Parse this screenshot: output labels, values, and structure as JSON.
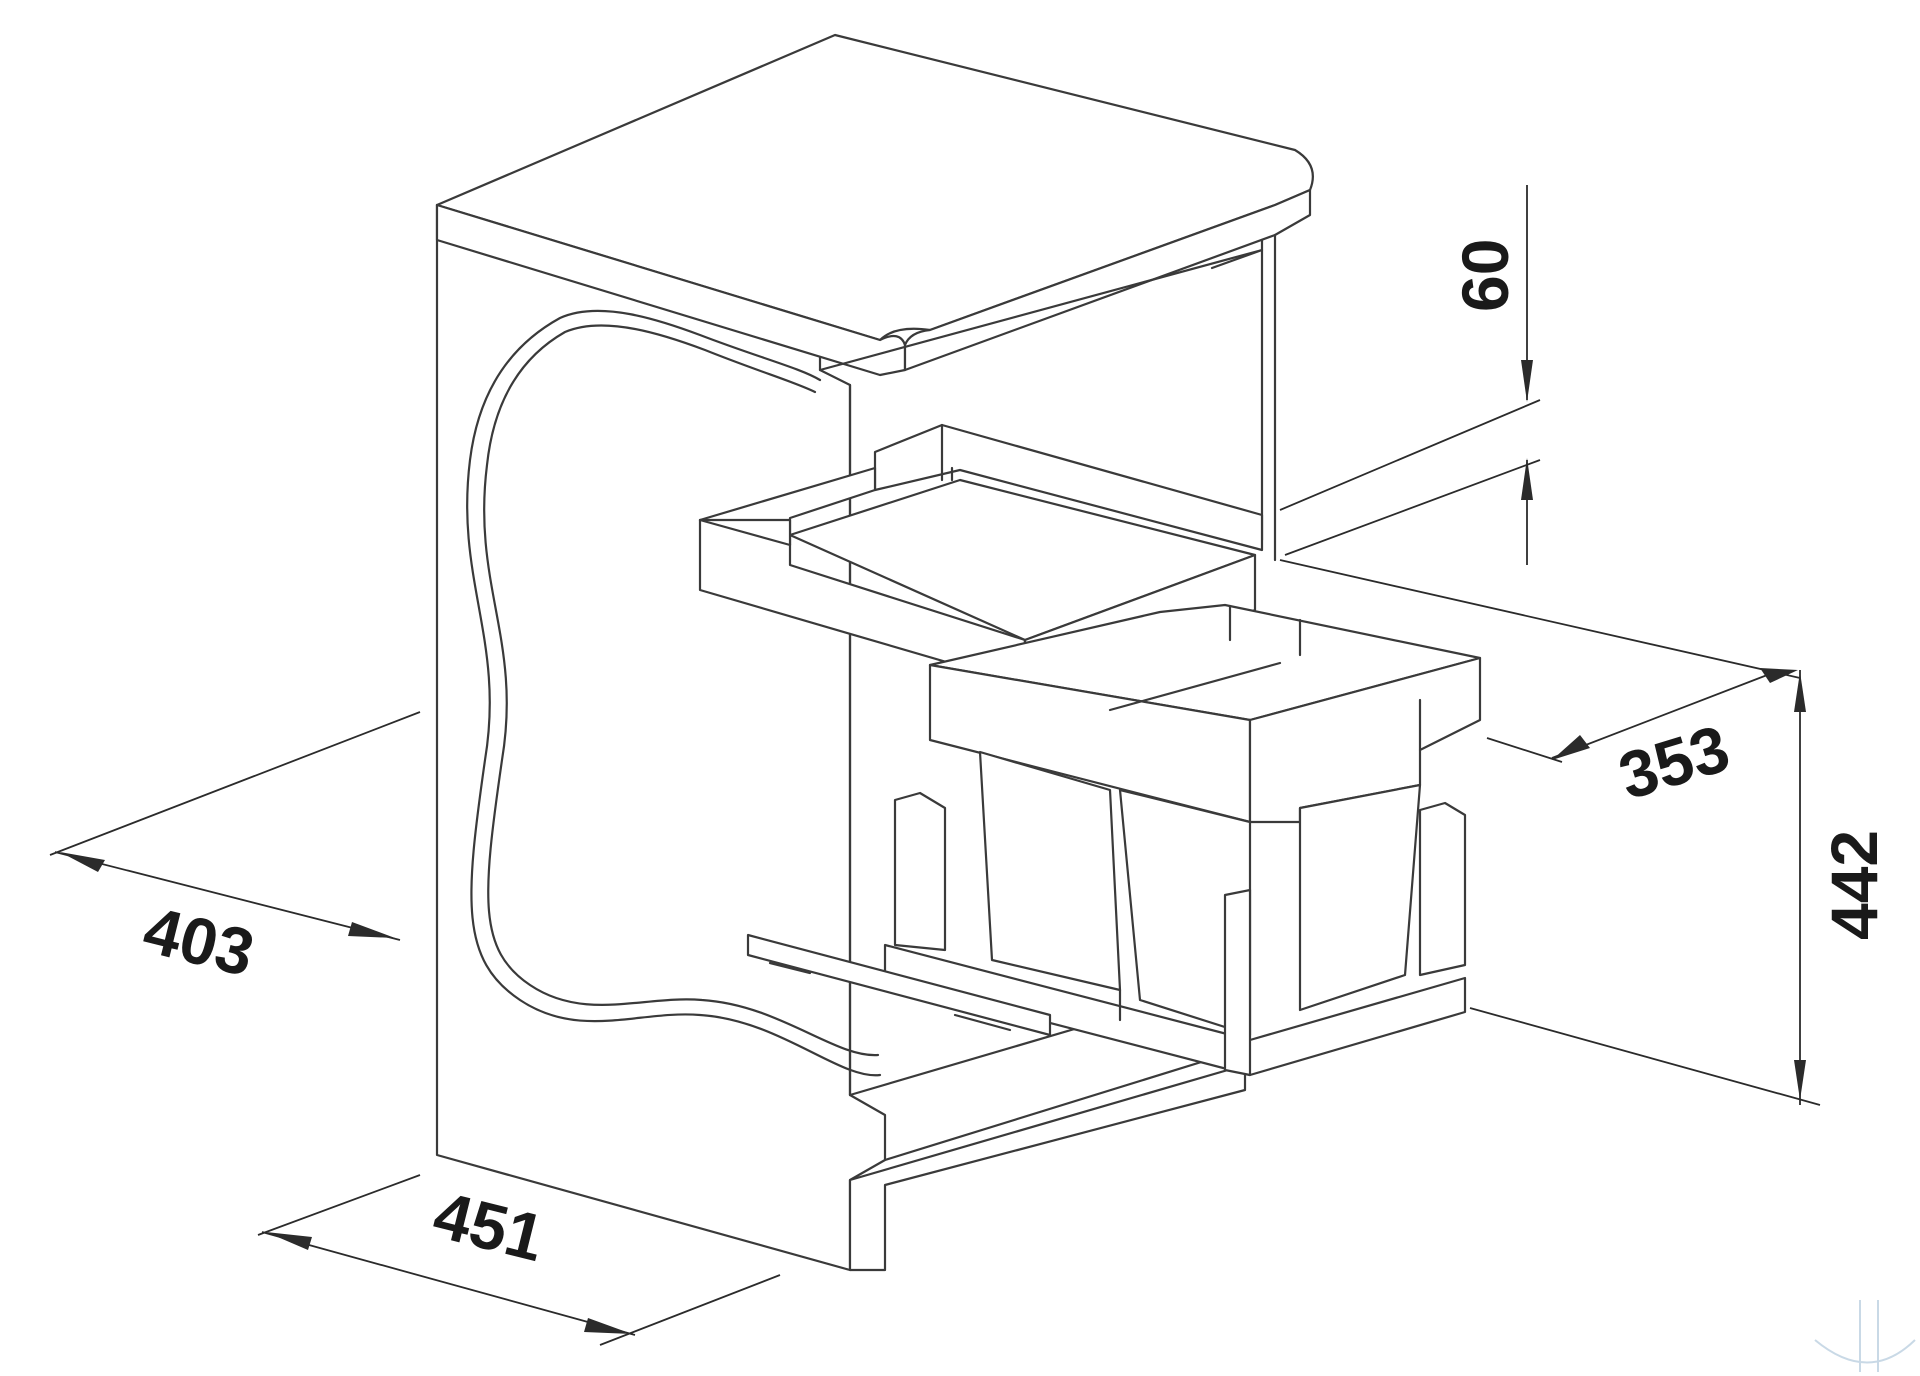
{
  "diagram": {
    "dimensions": [
      {
        "id": "top-gap",
        "value": "60"
      },
      {
        "id": "depth",
        "value": "353"
      },
      {
        "id": "height",
        "value": "442"
      },
      {
        "id": "inner-width",
        "value": "403"
      },
      {
        "id": "outer-width",
        "value": "451"
      }
    ]
  },
  "colors": {
    "line": "#3a3a3a",
    "background": "#ffffff"
  }
}
